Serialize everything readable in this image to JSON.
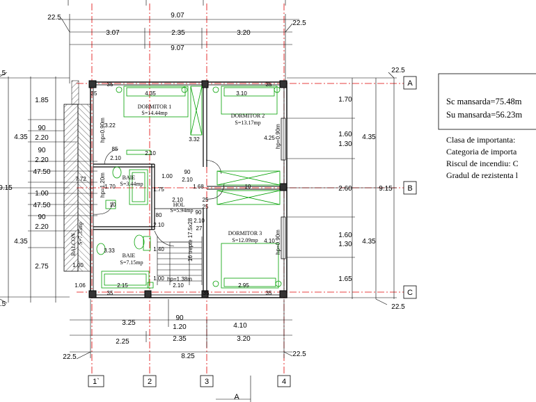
{
  "top_dims": {
    "offset_left": "22.5",
    "total_top": "9.07",
    "seg1": "3.07",
    "seg2": "2.35",
    "seg3": "3.20",
    "offset_right": "22.5",
    "total_2": "9.07"
  },
  "axes": {
    "rows": [
      "A",
      "B",
      "C"
    ],
    "cols": [
      "1`",
      "2",
      "3",
      "4"
    ],
    "row_offset": "22.5",
    "row_offset_left_top": ".5",
    "row_offset_left_bottom": ".5"
  },
  "left_dims": {
    "outer_total": "9.15",
    "outer_seg1": "4.35",
    "outer_seg2": "4.35",
    "inner": [
      "1.85",
      "90",
      "2.20",
      "90",
      "2.20",
      "47.50",
      "1.00",
      "47.50",
      "90",
      "2.20",
      "2.75"
    ]
  },
  "right_dims": {
    "inner": [
      "1.70",
      "1.60",
      "1.30",
      "2.60",
      "1.60",
      "1.30",
      "1.65"
    ],
    "seg1": "4.35",
    "seg2": "4.35",
    "total": "9.15"
  },
  "bottom_dims": {
    "b1": "3.25",
    "b1_gap": "90",
    "b1_gap2": "1.20",
    "b1_right": "4.10",
    "b2_left": "2.25",
    "b2_mid": "2.35",
    "b2_right": "3.20",
    "offset_left": "22.5",
    "total": "8.25",
    "offset_right": "22.5"
  },
  "rooms": {
    "dormitor1": {
      "name": "DORMITOR 1",
      "area": "S=14.44mp"
    },
    "dormitor2": {
      "name": "DORMITOR 2",
      "area": "S=13.17mp"
    },
    "dormitor3": {
      "name": "DORMITOR 3",
      "area": "S=12.09mp"
    },
    "baie1": {
      "name": "BAIE",
      "area": "S=3.44mp"
    },
    "baie2": {
      "name": "BAIE",
      "area": "S=7.15mp"
    },
    "hol": {
      "name": "HOL",
      "area": "S=5.94mp"
    },
    "balcon": {
      "name": "BALCON",
      "area": "S=7.35mp"
    }
  },
  "interior_dims": {
    "d35a": "35",
    "d435": "4.35",
    "d35b": "35",
    "d310": "3.10",
    "d35c": "35",
    "d322": "3.22",
    "d332": "3.32",
    "d85": "85",
    "d210a": "2.10",
    "d210b": "2.10",
    "d100a": "1.00",
    "d90a": "90",
    "d210c": "2.10",
    "d172": "7.72",
    "d170": "1.70",
    "d175": "1.75",
    "d168": "1.68",
    "d10a": "10",
    "d25a": "25",
    "d210d": "2.10",
    "d90b": "90",
    "d10b": "10",
    "d80": "80",
    "d210e": "2.10",
    "d25b": "25",
    "d210f": "2.10",
    "d27": "27",
    "d333": "3.33",
    "d140": "1.40",
    "d100b": "1.00",
    "d106": "1.06",
    "d215": "2.15",
    "d210g": "2.10",
    "d35d": "35",
    "d295": "2.95",
    "d35e": "35",
    "d35f": "35",
    "d425": "4.25",
    "d410": "4.10",
    "hp_a": "hp=0.90m",
    "hp_b": "hp=1.20m",
    "hp_c": "hp=0.90m",
    "hp_d": "hp=0.90m",
    "hp_e": "hp=1.38m",
    "stairs": "16 trepte 17.5x28"
  },
  "info_box": {
    "sc": "Sc mansarda=75.48m",
    "su": "Su mansarda=56.23m"
  },
  "classifications": [
    "Clasa de importanta:",
    "Categoria de importa",
    "Riscul de incendiu: C",
    "Gradul de rezistenta l"
  ],
  "section_marker": "A",
  "colors": {
    "wall": "#000000",
    "fixture": "#00a000",
    "axis": "#e00000",
    "hatch": "#000000"
  }
}
